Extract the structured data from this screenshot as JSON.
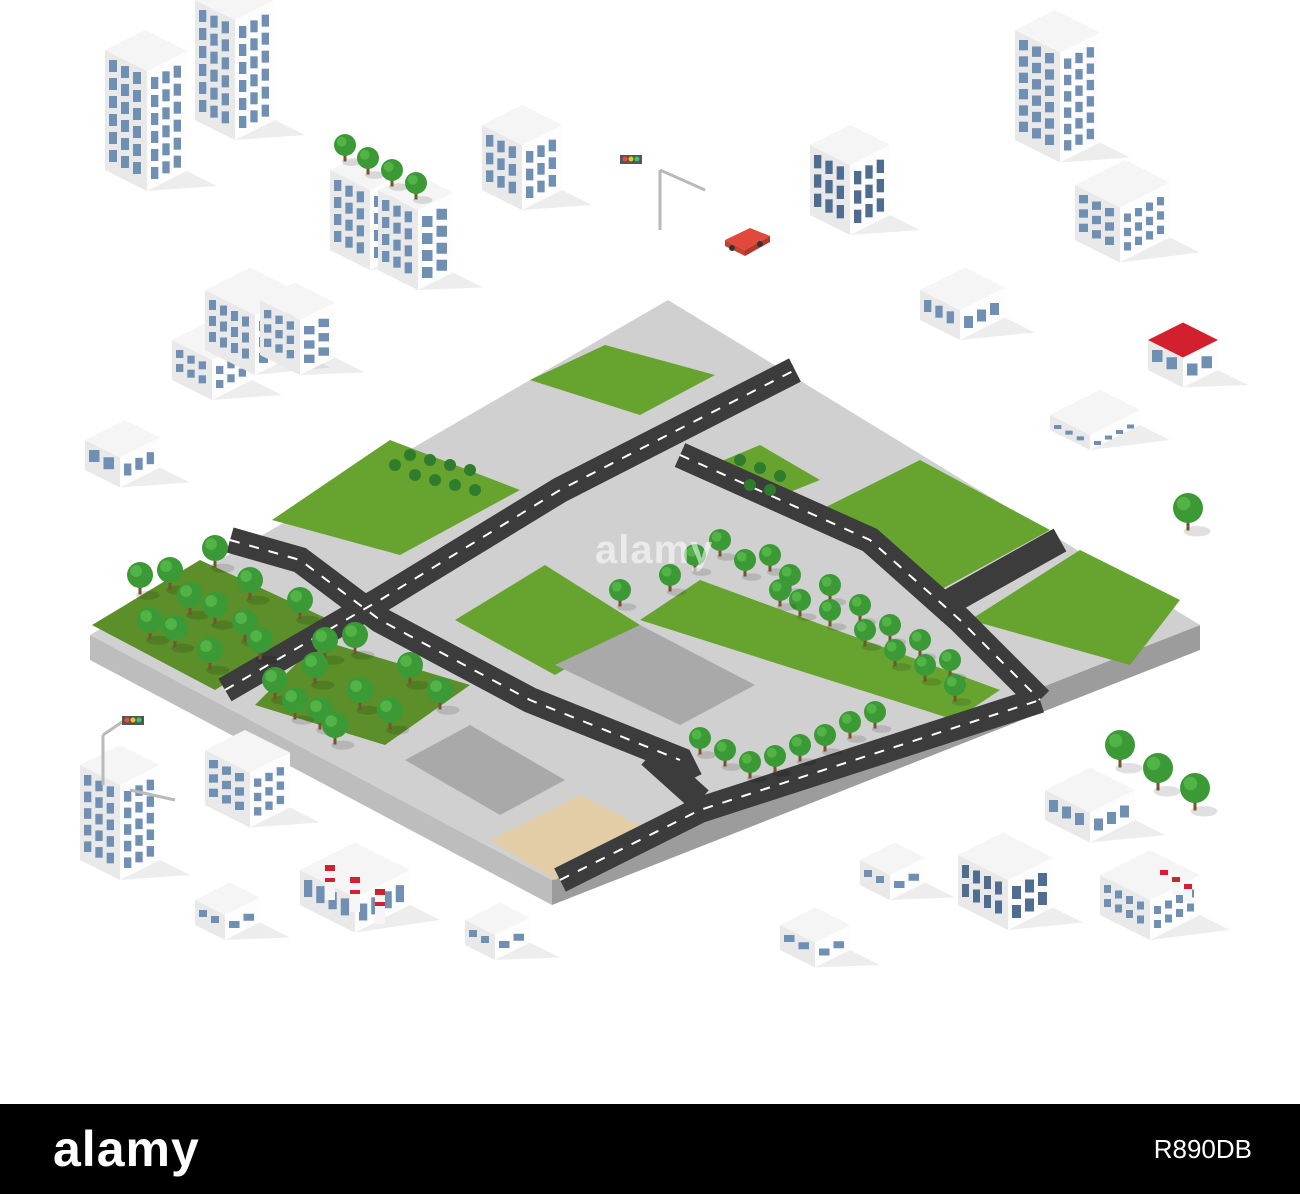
{
  "watermarks": {
    "center": "alamy",
    "lower": "alamy"
  },
  "footer": {
    "brand": "alamy",
    "image_id": "R890DB"
  },
  "colors": {
    "grass": "#67A32F",
    "grass_dark": "#5C8F2A",
    "road": "#3C3C3C",
    "sidewalk": "#C8C8C8",
    "plot": "#A9A9A9",
    "sand": "#E2CDA6",
    "tree": "#3B9A35",
    "building": "#F1F1F1",
    "window": "#6F8FB3",
    "roof_red": "#D3202E",
    "footer_bg": "#000000"
  },
  "icons": [
    "tree-icon",
    "building-icon",
    "street-lamp-icon",
    "traffic-light-icon",
    "car-icon",
    "factory-icon"
  ]
}
